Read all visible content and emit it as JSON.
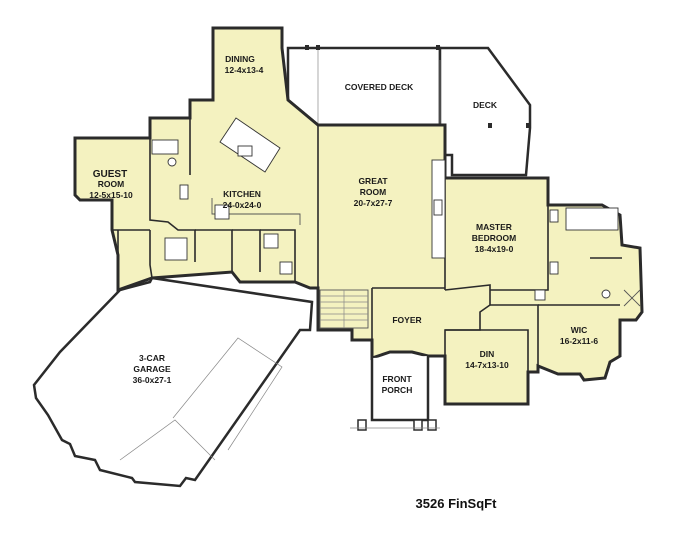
{
  "rooms": {
    "dining": {
      "name": "DINING",
      "size": "12-4x13-4"
    },
    "covered_deck": {
      "name": "COVERED DECK"
    },
    "deck": {
      "name": "DECK"
    },
    "guest": {
      "name1": "GUEST",
      "name2": "ROOM",
      "size": "12-5x15-10"
    },
    "kitchen": {
      "name": "KITCHEN",
      "size": "24-0x24-0"
    },
    "great_room": {
      "name1": "GREAT",
      "name2": "ROOM",
      "size": "20-7x27-7"
    },
    "master": {
      "name1": "MASTER",
      "name2": "BEDROOM",
      "size": "18-4x19-0"
    },
    "foyer": {
      "name": "FOYER"
    },
    "din": {
      "name": "DIN",
      "size": "14-7x13-10"
    },
    "wic": {
      "name": "WIC",
      "size": "16-2x11-6"
    },
    "garage": {
      "name1": "3-CAR",
      "name2": "GARAGE",
      "size": "36-0x27-1"
    },
    "porch": {
      "name1": "FRONT",
      "name2": "PORCH"
    }
  },
  "finished_sqft": "3526 FinSqFt",
  "colors": {
    "room_fill": "#f4f2c0",
    "wall": "#2b2b2b",
    "background": "#ffffff"
  }
}
